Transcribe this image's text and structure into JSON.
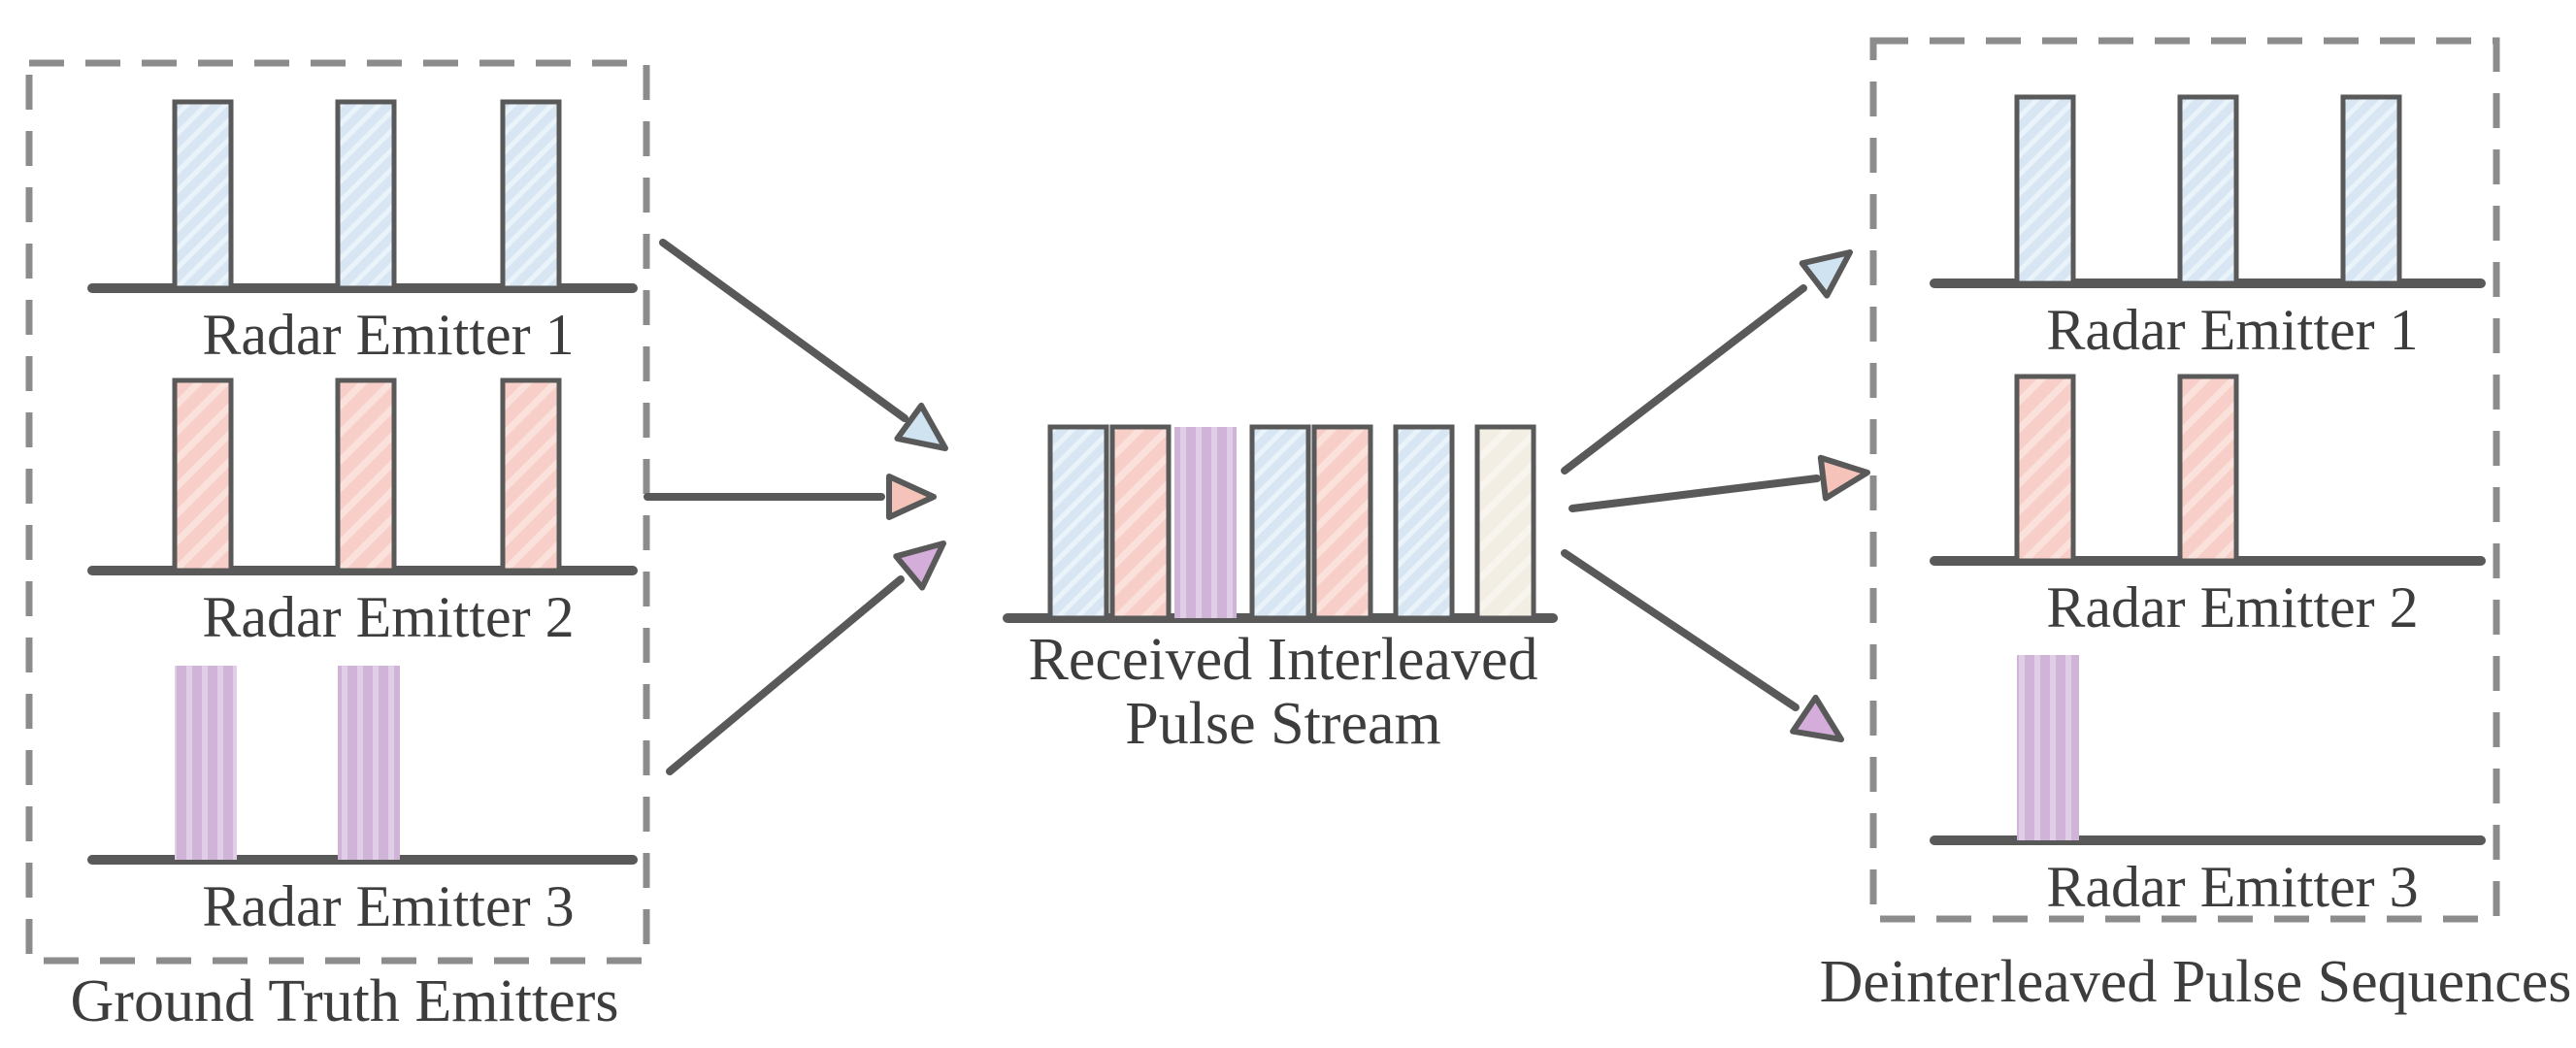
{
  "panels": {
    "ground_truth": {
      "caption": "Ground Truth Emitters",
      "emitters": [
        {
          "label": "Radar Emitter 1",
          "color": "blue",
          "pulses": 3
        },
        {
          "label": "Radar Emitter 2",
          "color": "pink",
          "pulses": 3
        },
        {
          "label": "Radar Emitter 3",
          "color": "purple",
          "pulses": 2
        }
      ]
    },
    "received": {
      "caption_line1": "Received Interleaved",
      "caption_line2": "Pulse Stream",
      "sequence": [
        "blue",
        "pink",
        "purple",
        "blue",
        "pink",
        "blue",
        "beige"
      ]
    },
    "deinterleaved": {
      "caption": "Deinterleaved Pulse Sequences",
      "emitters": [
        {
          "label": "Radar Emitter 1",
          "color": "blue",
          "pulses": 3
        },
        {
          "label": "Radar Emitter 2",
          "color": "pink",
          "pulses": 2
        },
        {
          "label": "Radar Emitter 3",
          "color": "purple",
          "pulses": 1
        }
      ]
    }
  },
  "colors": {
    "blue": {
      "fill": "#d7e6f2",
      "hatch": "#eaf3fa",
      "arrowhead": "#cfe3f0"
    },
    "pink": {
      "fill": "#f8cfc8",
      "hatch": "#fbe1db",
      "arrowhead": "#f6c3ba"
    },
    "purple": {
      "fill": "#d0b4d8",
      "hatch": "#e0cde6",
      "arrowhead": "#d4addb"
    },
    "beige": {
      "fill": "#f2eee4",
      "hatch": "#f8f5ee",
      "arrowhead": "#f2eee4"
    },
    "outline": "#595959",
    "line": "#595959",
    "dashed_border": "#8c8c8c",
    "text": "#3d3d3d"
  }
}
